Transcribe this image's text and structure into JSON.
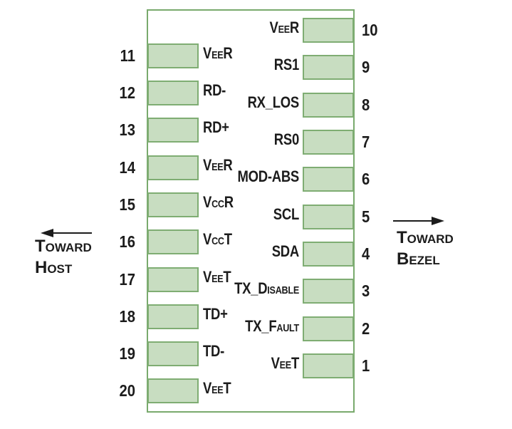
{
  "pins": {
    "left": [
      {
        "number": "11",
        "label": "VeeR"
      },
      {
        "number": "12",
        "label": "RD-"
      },
      {
        "number": "13",
        "label": "RD+"
      },
      {
        "number": "14",
        "label": "VeeR"
      },
      {
        "number": "15",
        "label": "VccR"
      },
      {
        "number": "16",
        "label": "VccT"
      },
      {
        "number": "17",
        "label": "VeeT"
      },
      {
        "number": "18",
        "label": "TD+"
      },
      {
        "number": "19",
        "label": "TD-"
      },
      {
        "number": "20",
        "label": "VeeT"
      }
    ],
    "right": [
      {
        "number": "10",
        "label": "VeeR"
      },
      {
        "number": "9",
        "label": "RS1"
      },
      {
        "number": "8",
        "label": "RX_LOS"
      },
      {
        "number": "7",
        "label": "RS0"
      },
      {
        "number": "6",
        "label": "MOD-ABS"
      },
      {
        "number": "5",
        "label": "SCL"
      },
      {
        "number": "4",
        "label": "SDA"
      },
      {
        "number": "3",
        "label": "TX_Disable"
      },
      {
        "number": "2",
        "label": "TX_Fault"
      },
      {
        "number": "1",
        "label": "VeeT"
      }
    ]
  },
  "annotations": {
    "toward_host": {
      "line1": "Toward",
      "line2": "Host"
    },
    "toward_bezel": {
      "line1": "Toward",
      "line2": "Bezel"
    }
  },
  "colors": {
    "pad_fill": "#c8ddc1",
    "pad_border": "#7fad73",
    "outline": "#79aa6d",
    "text": "#1c1c1c",
    "background": "#ffffff"
  }
}
